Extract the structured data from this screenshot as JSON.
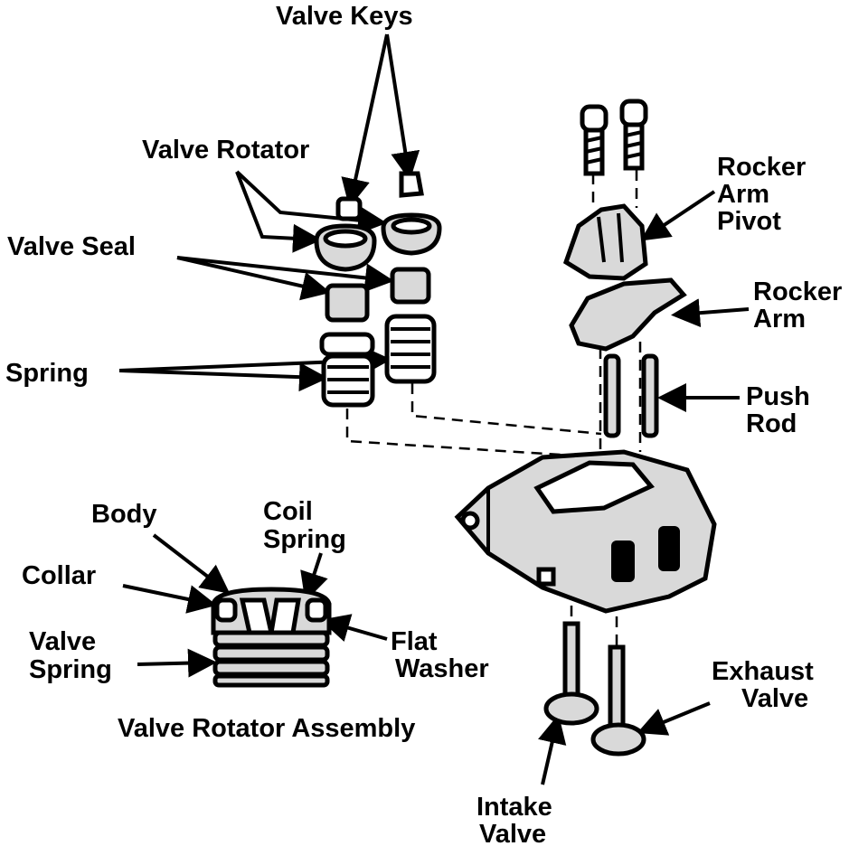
{
  "labels": {
    "valve_keys": "Valve Keys",
    "valve_rotator": "Valve Rotator",
    "valve_seal": "Valve Seal",
    "spring": "Spring",
    "rocker_arm_pivot_1": "Rocker",
    "rocker_arm_pivot_2": "Arm",
    "rocker_arm_pivot_3": "Pivot",
    "rocker_arm_1": "Rocker",
    "rocker_arm_2": "Arm",
    "push_rod_1": "Push",
    "push_rod_2": "Rod",
    "body": "Body",
    "coil_spring_1": "Coil",
    "coil_spring_2": "Spring",
    "collar": "Collar",
    "flat_washer_1": "Flat",
    "flat_washer_2": "Washer",
    "valve_spring_1": "Valve",
    "valve_spring_2": "Spring",
    "assembly_title": "Valve Rotator Assembly",
    "exhaust_valve_1": "Exhaust",
    "exhaust_valve_2": "Valve",
    "intake_valve_1": "Intake",
    "intake_valve_2": "Valve"
  },
  "colors": {
    "ink": "#000000",
    "stipple": "#d9d9d9",
    "paper": "#ffffff"
  }
}
